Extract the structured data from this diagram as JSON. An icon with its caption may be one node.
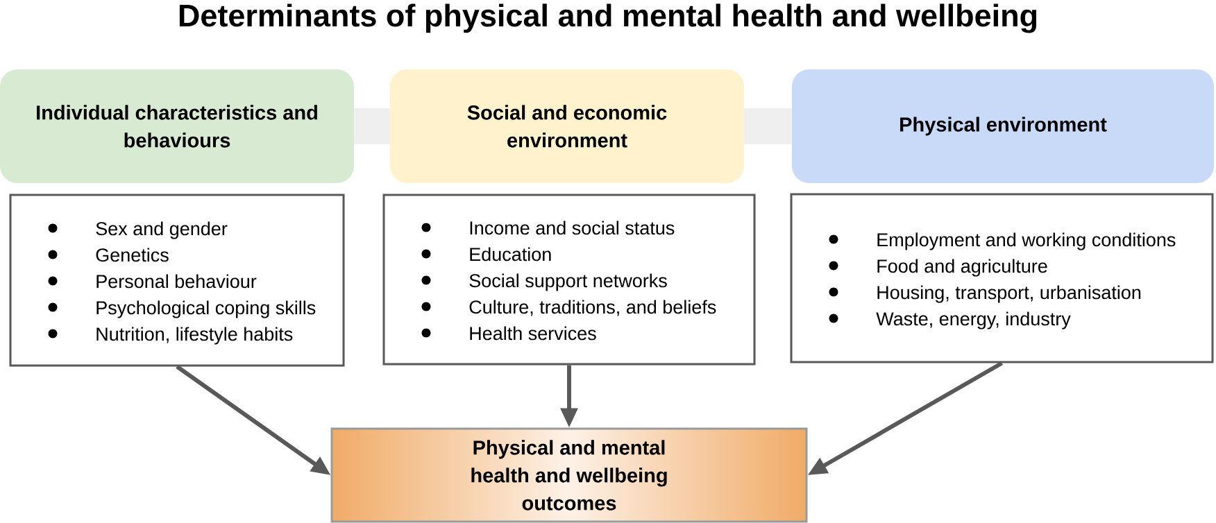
{
  "diagram": {
    "title": "Determinants of physical and mental health and wellbeing",
    "nodes": [
      {
        "text": [
          "Individual characteristics and behaviours"
        ]
      },
      {
        "text": [
          "Social and economic environment"
        ]
      },
      {
        "text": [
          "Physical environment"
        ]
      },
      {
        "text": [
          "Sex and gender",
          "Genetics",
          "Personal behaviour",
          "Psychological coping skills",
          "Nutrition, lifestyle habits"
        ]
      },
      {
        "text": [
          "Income and social status",
          "Education",
          "Social support networks",
          "Culture, traditions, and beliefs",
          "Health services"
        ]
      },
      {
        "text": [
          "Employment and working conditions",
          "Food and agriculture",
          "Housing, transport, urbanisation",
          "Waste, energy, industry"
        ]
      },
      {
        "text": [
          "Physical and mental health and wellbeing outcomes"
        ]
      }
    ],
    "edges": [
      {
        "from": 0,
        "to": 1,
        "arrow": "none",
        "style": "thick",
        "color": "#efefef"
      },
      {
        "from": 1,
        "to": 2,
        "arrow": "none",
        "style": "thick",
        "color": "#efefef"
      },
      {
        "from": 3,
        "to": 6,
        "arrow": "to"
      },
      {
        "from": 4,
        "to": 6,
        "arrow": "to"
      },
      {
        "from": 5,
        "to": 6,
        "arrow": "to"
      }
    ]
  }
}
